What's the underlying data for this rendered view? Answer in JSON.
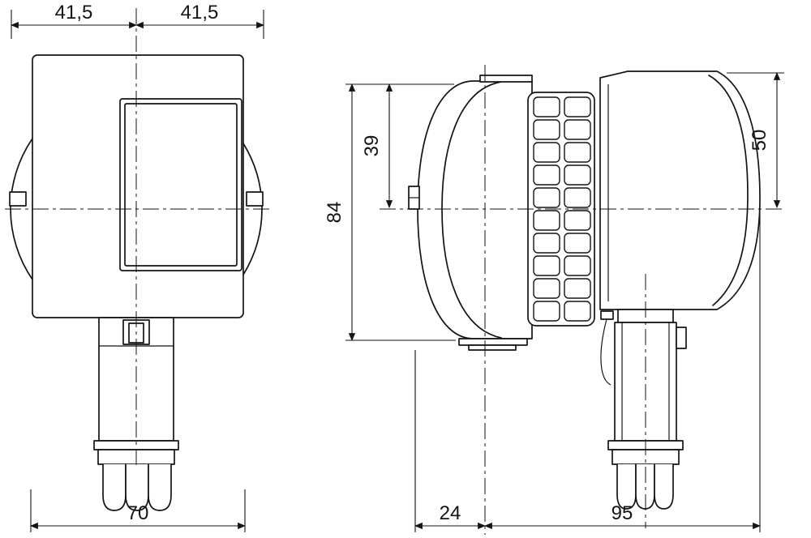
{
  "colors": {
    "line": "#141414",
    "background": "#ffffff"
  },
  "front_view": {
    "dim_top_left": "41,5",
    "dim_top_right": "41,5",
    "dim_bottom_width": "70"
  },
  "side_view": {
    "dim_total_height": "84",
    "dim_top_to_axis": "39",
    "dim_rear_top_to_axis": "50",
    "dim_front_to_axis": "24",
    "dim_axis_to_rear": "95"
  }
}
